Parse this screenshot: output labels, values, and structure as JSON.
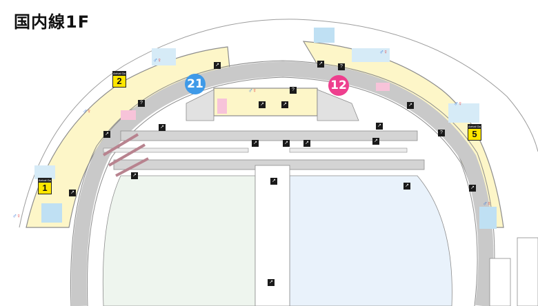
{
  "page": {
    "title": "国内線1F"
  },
  "colors": {
    "terminal": "#fdf6c8",
    "ground": "#eef2f6",
    "outline": "#8c8c8c",
    "road": "#c9c9c9",
    "apron_left": "#eef5ee",
    "apron_right": "#e9f2fb",
    "badge_blue": "#3f9ae8",
    "badge_pink": "#ee3f8e",
    "gate_yellow": "#ffe600",
    "zone_blue": "#bfe0f3",
    "zone_pink": "#f7c3d9",
    "ramp": "#b8838f"
  },
  "badges": [
    {
      "label": "21",
      "color": "#3f9ae8"
    },
    {
      "label": "12",
      "color": "#ee3f8e"
    }
  ],
  "gates": [
    {
      "caption": "Arrival Gate",
      "number": "1"
    },
    {
      "caption": "Arrival Gate",
      "number": "2"
    },
    {
      "caption": "Arrival Gate",
      "number": "5"
    }
  ],
  "icons": {
    "info": "?",
    "escalator": "escalator-icon",
    "elevator": "elevator-icon",
    "restroom": "restroom-icon",
    "wheelchair": "wheelchair-icon"
  }
}
